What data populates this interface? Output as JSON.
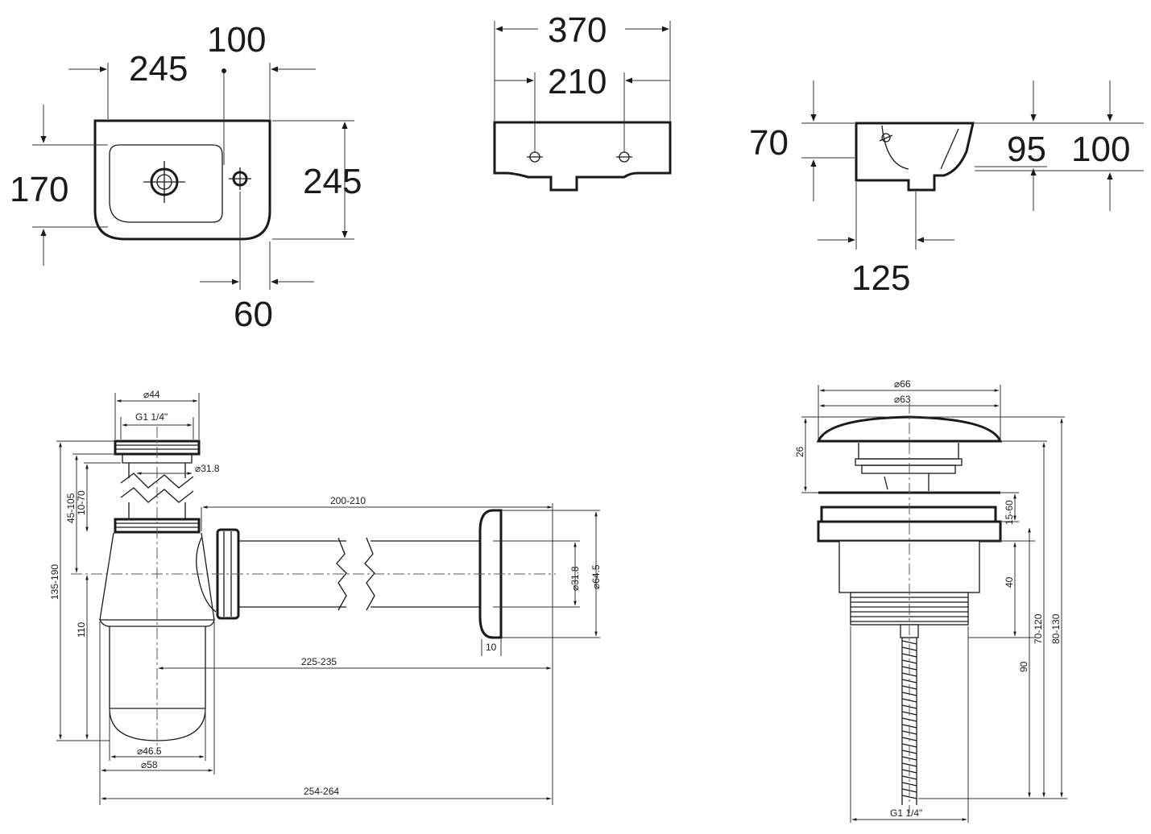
{
  "basin_plan": {
    "width": "245",
    "tap_offset": "100",
    "depth": "170",
    "outer_depth": "245",
    "waste_offset": "60"
  },
  "basin_front": {
    "overall_width": "370",
    "fixing_centres": "210"
  },
  "basin_side": {
    "rim_height": "70",
    "bowl_depth": "95",
    "overall_height": "100",
    "waste_projection": "125"
  },
  "bottle_trap": {
    "inlet_outer_dia": "⌀44",
    "inlet_thread": "G1 1/4\"",
    "inlet_tube_dia": "⌀31.8",
    "height_range": "135-190",
    "adjust_range_a": "45-105",
    "adjust_range_b": "10-70",
    "outlet_length": "200-210",
    "outlet_tube_dia": "⌀31.8",
    "wall_flange_dia": "⌀64.5",
    "flange_thickness": "10",
    "body_height": "110",
    "wall_distance": "225-235",
    "body_inner_dia": "⌀46.5",
    "body_outer_dia": "⌀58",
    "overall_length": "254-264"
  },
  "click_waste": {
    "cap_outer_dia": "⌀66",
    "cap_dia": "⌀63",
    "cap_height": "26",
    "lift_range": "15-60",
    "thread_length": "40",
    "body_range": "70-120",
    "overall_range": "80-130",
    "shaft_length": "90",
    "thread_spec": "G1 1/4\""
  }
}
